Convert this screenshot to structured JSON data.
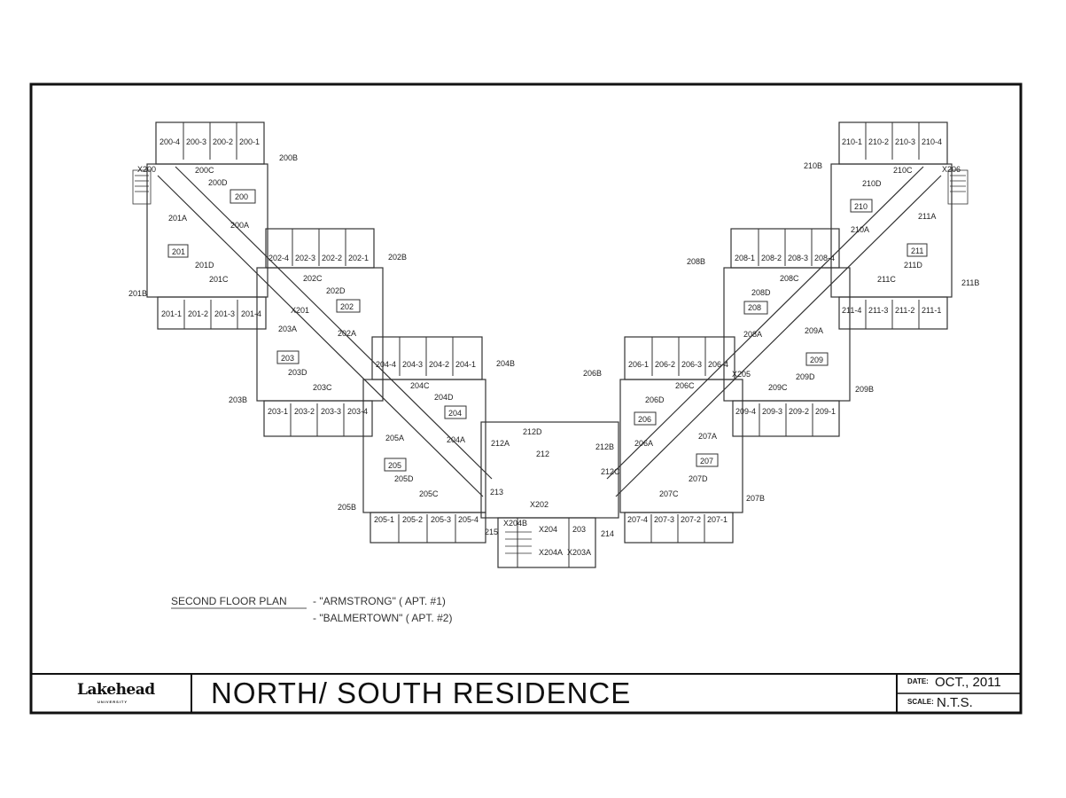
{
  "title_block": {
    "logo": "Lakehead",
    "logo_sub": "UNIVERSITY",
    "title": "NORTH/ SOUTH RESIDENCE",
    "date_key": "DATE:",
    "date_value": "OCT., 2011",
    "scale_key": "SCALE:",
    "scale_value": "N.T.S."
  },
  "legend": {
    "heading": "SECOND FLOOR PLAN",
    "line1": "- \"ARMSTRONG\" ( APT. #1)",
    "line2": "- \"BALMERTOWN\" ( APT. #2)"
  },
  "room_labels": {
    "r200_4": "200-4",
    "r200_3": "200-3",
    "r200_2": "200-2",
    "r200_1": "200-1",
    "r200B": "200B",
    "rX200": "X200",
    "r200C": "200C",
    "r200D": "200D",
    "r200": "200",
    "r200A": "200A",
    "r201A": "201A",
    "r201": "201",
    "r201D": "201D",
    "r201C": "201C",
    "r201B": "201B",
    "r201_1": "201-1",
    "r201_2": "201-2",
    "r201_3": "201-3",
    "r201_4": "201-4",
    "r202_4": "202-4",
    "r202_3": "202-3",
    "r202_2": "202-2",
    "r202_1": "202-1",
    "r202B": "202B",
    "r202C": "202C",
    "r202D": "202D",
    "r202": "202",
    "rX201": "X201",
    "r203A": "203A",
    "r202A": "202A",
    "r203": "203",
    "r203D": "203D",
    "r203C": "203C",
    "r203B": "203B",
    "r203_1": "203-1",
    "r203_2": "203-2",
    "r203_3": "203-3",
    "r203_4": "203-4",
    "r204_4": "204-4",
    "r204_3": "204-3",
    "r204_2": "204-2",
    "r204_1": "204-1",
    "r204B": "204B",
    "r204C": "204C",
    "r204D": "204D",
    "r204": "204",
    "r204A": "204A",
    "r205A": "205A",
    "r205": "205",
    "r205D": "205D",
    "r205C": "205C",
    "r205B": "205B",
    "r205_1": "205-1",
    "r205_2": "205-2",
    "r205_3": "205-3",
    "r205_4": "205-4",
    "r212D": "212D",
    "r212A": "212A",
    "r212": "212",
    "r212B": "212B",
    "r212C": "212C",
    "r213": "213",
    "rX202": "X202",
    "r215": "215",
    "rX204B": "X204B",
    "rX204": "X204",
    "r203x": "203",
    "r214": "214",
    "rX204A": "X204A",
    "rX203A": "X203A",
    "r206B": "206B",
    "r206_1": "206-1",
    "r206_2": "206-2",
    "r206_3": "206-3",
    "r206_4": "206-4",
    "r206C": "206C",
    "r206D": "206D",
    "r206": "206",
    "r206A": "206A",
    "r207A": "207A",
    "r207": "207",
    "r207D": "207D",
    "r207C": "207C",
    "r207B": "207B",
    "r207_4": "207-4",
    "r207_3": "207-3",
    "r207_2": "207-2",
    "r207_1": "207-1",
    "r208B": "208B",
    "r208_1": "208-1",
    "r208_2": "208-2",
    "r208_3": "208-3",
    "r208_4": "208-4",
    "r208C": "208C",
    "r208D": "208D",
    "r208": "208",
    "r208A": "208A",
    "rX205": "X205",
    "r209A": "209A",
    "r209": "209",
    "r209D": "209D",
    "r209C": "209C",
    "r209B": "209B",
    "r209_4": "209-4",
    "r209_3": "209-3",
    "r209_2": "209-2",
    "r209_1": "209-1",
    "r210_1": "210-1",
    "r210_2": "210-2",
    "r210_3": "210-3",
    "r210_4": "210-4",
    "r210B": "210B",
    "rX206": "X206",
    "r210C": "210C",
    "r210D": "210D",
    "r210": "210",
    "r210A": "210A",
    "r211A": "211A",
    "r211": "211",
    "r211D": "211D",
    "r211C": "211C",
    "r211B": "211B",
    "r211_4": "211-4",
    "r211_3": "211-3",
    "r211_2": "211-2",
    "r211_1": "211-1"
  }
}
